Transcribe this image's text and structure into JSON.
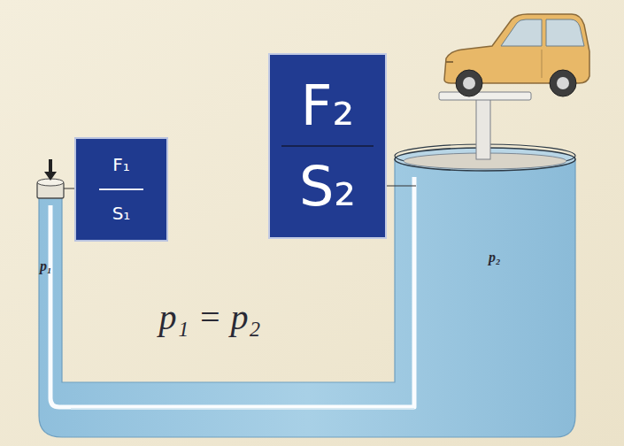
{
  "diagram": {
    "nodes": [
      {
        "text": [
          "F₁",
          "S₁"
        ]
      },
      {
        "text": [
          "F₂",
          "S₂"
        ]
      }
    ],
    "labels": [
      "p₁",
      "p₂",
      "p₁ = p₂"
    ]
  }
}
